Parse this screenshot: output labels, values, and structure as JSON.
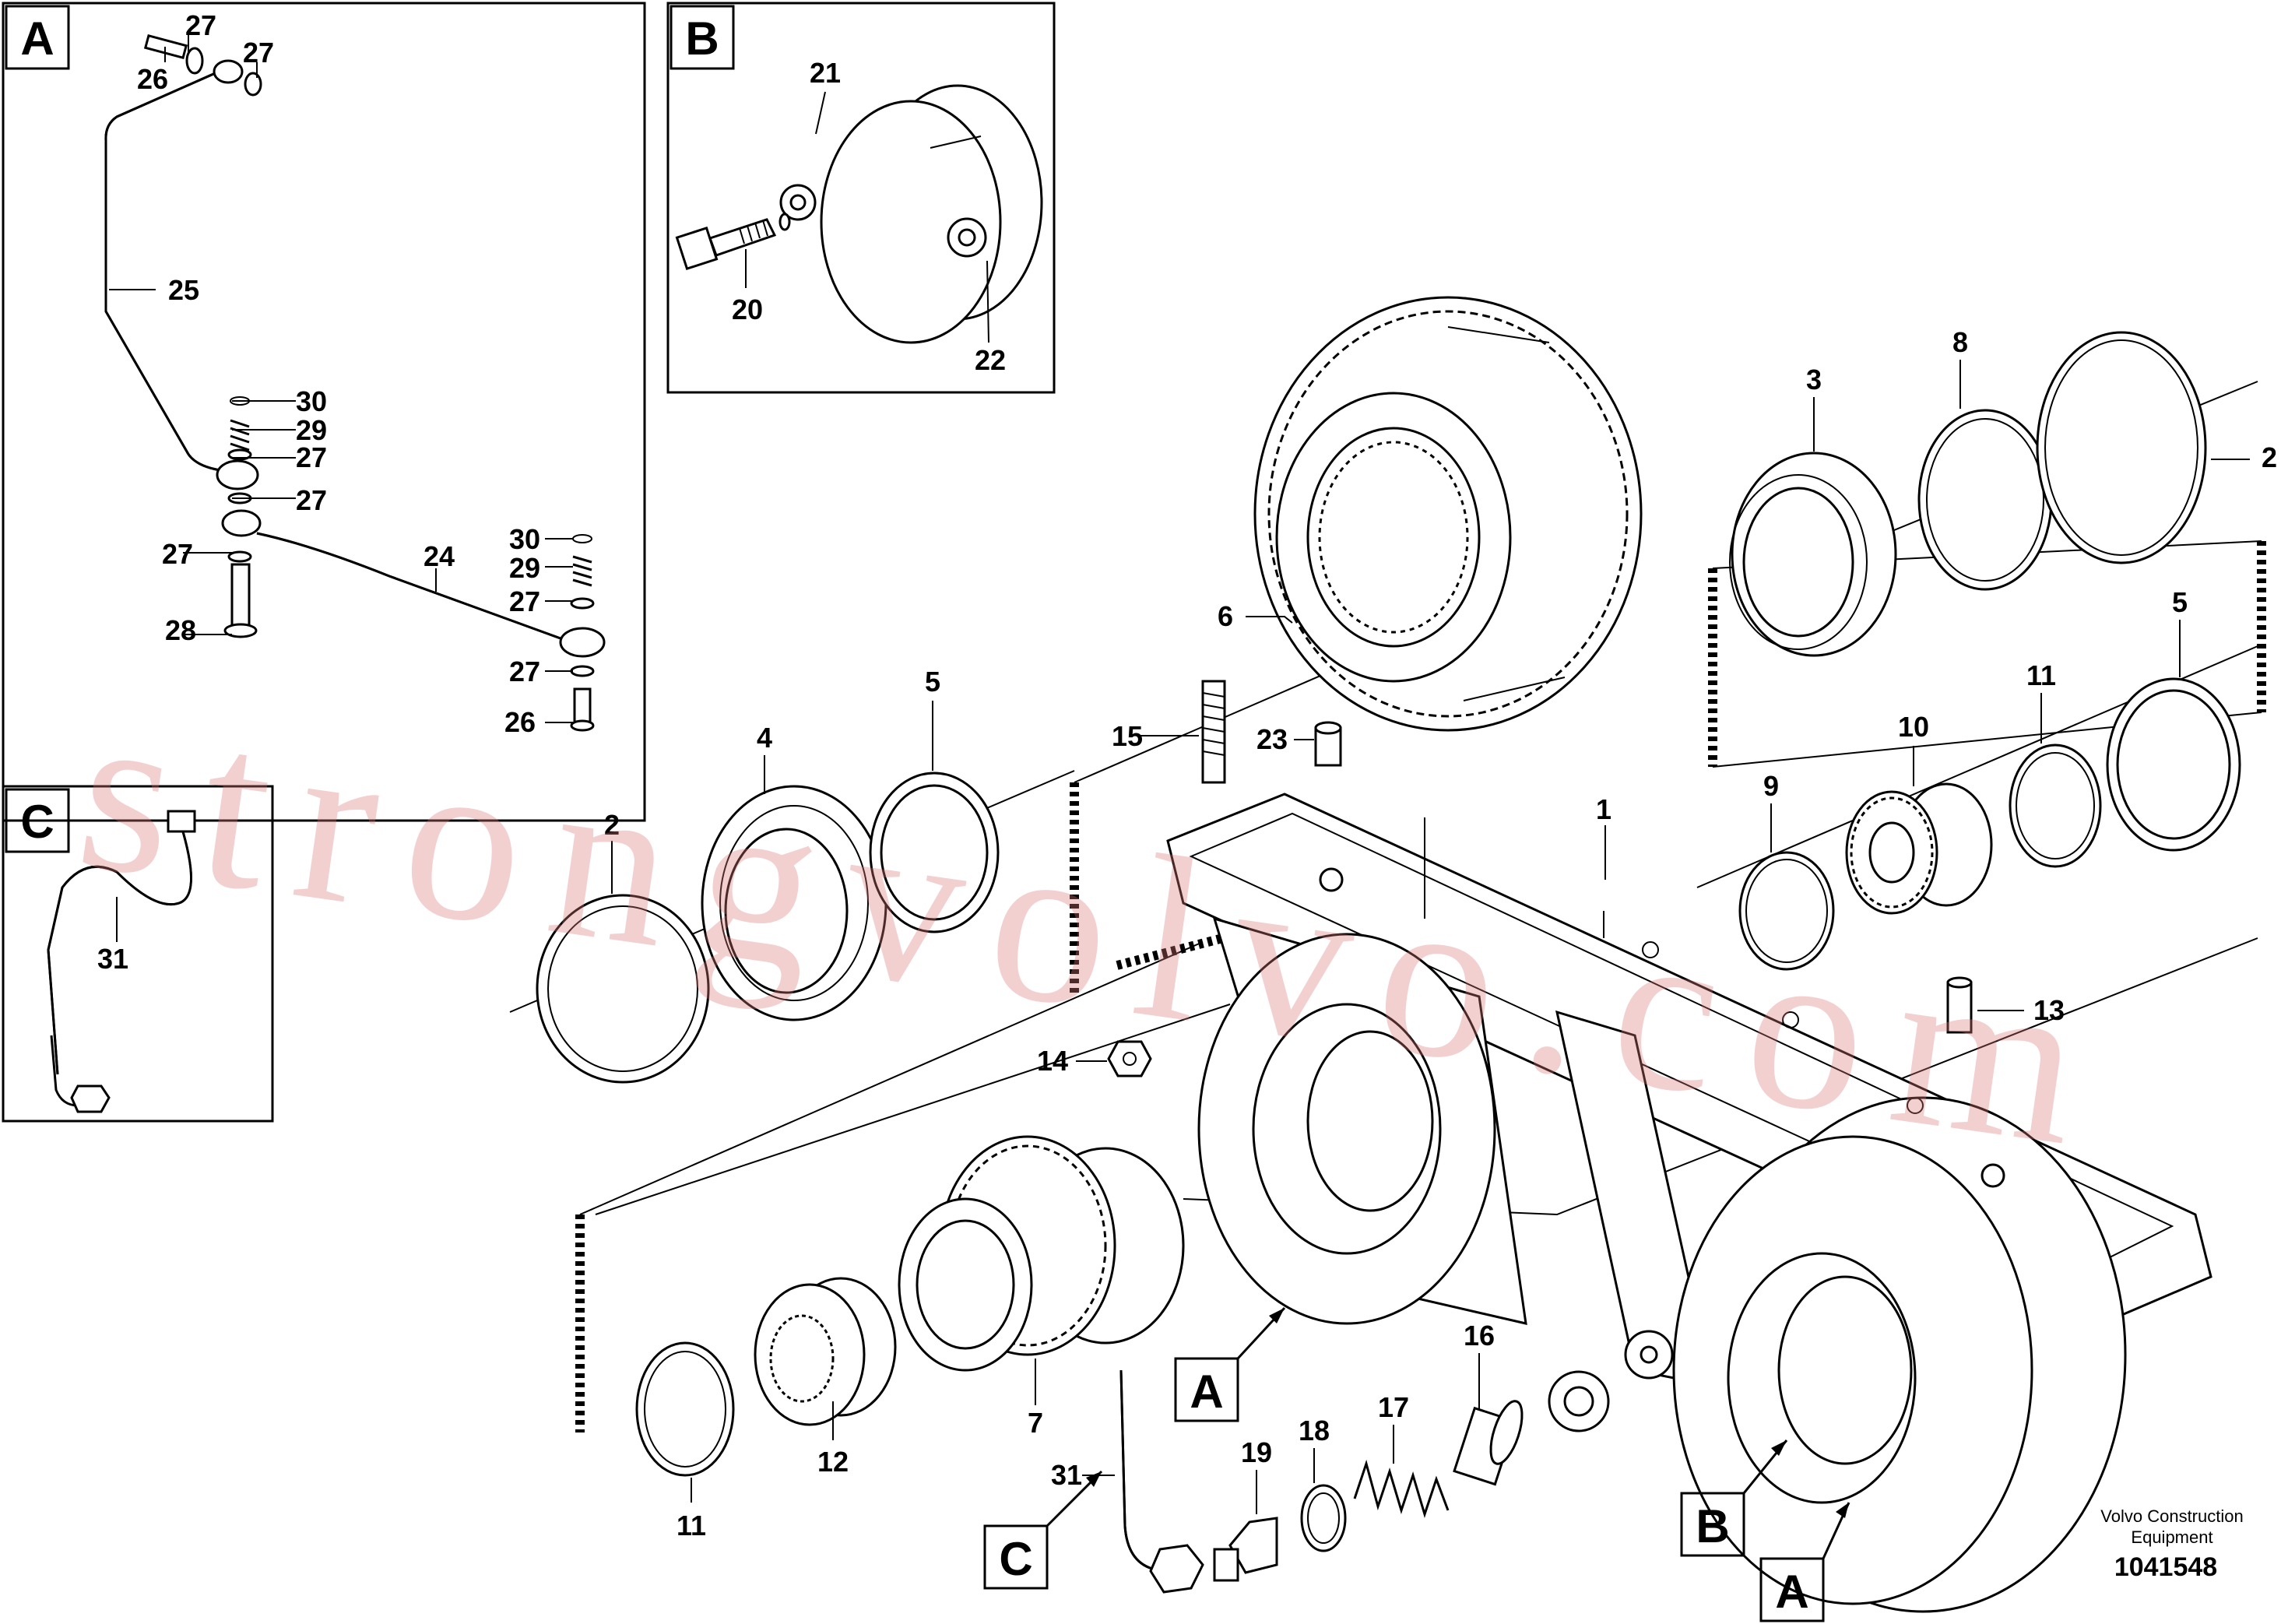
{
  "panels": [
    {
      "letter": "A"
    },
    {
      "letter": "B"
    },
    {
      "letter": "C"
    }
  ],
  "callouts": {
    "a": "A",
    "b": "B",
    "c": "C"
  },
  "labels": {
    "n1": "1",
    "n2a": "2",
    "n2b": "2",
    "n3": "3",
    "n4": "4",
    "n5a": "5",
    "n5b": "5",
    "n6": "6",
    "n7": "7",
    "n8": "8",
    "n9": "9",
    "n10": "10",
    "n11a": "11",
    "n11b": "11",
    "n12": "12",
    "n13": "13",
    "n14": "14",
    "n15": "15",
    "n16": "16",
    "n17": "17",
    "n18": "18",
    "n19": "19",
    "n20": "20",
    "n21": "21",
    "n22": "22",
    "n23": "23",
    "n24": "24",
    "n25": "25",
    "n26a": "26",
    "n26b": "26",
    "n27a": "27",
    "n27b": "27",
    "n27c": "27",
    "n27d": "27",
    "n27e": "27",
    "n27f": "27",
    "n27g": "27",
    "n28": "28",
    "n29a": "29",
    "n29b": "29",
    "n30a": "30",
    "n30b": "30",
    "n31a": "31",
    "n31b": "31"
  },
  "watermark": "strongvolvo.com",
  "footer": {
    "brand_line1": "Volvo Construction",
    "brand_line2": "Equipment",
    "doc_number": "1041548"
  }
}
